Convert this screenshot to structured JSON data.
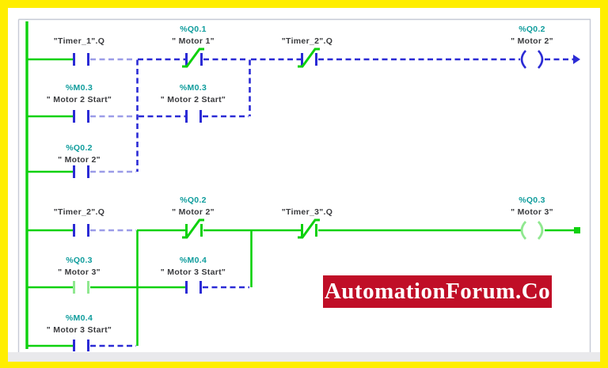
{
  "app": {
    "type": "plc-ladder-logic-editor"
  },
  "watermark": {
    "text": "AutomationForum.Co",
    "background": "#C00E27",
    "text_color": "#FFFFFF"
  },
  "colors": {
    "power_flow_green": "#0ED10E",
    "pale_green": "#90E890",
    "no_flow_blue": "#2B2BD5",
    "pale_blue": "#9B9CE8",
    "operand_teal": "#0E9C9C",
    "comment_gray": "#3A3B3E",
    "frame_yellow": "#FFEE00",
    "banner_red": "#C00E27"
  },
  "network1": {
    "timer1": {
      "label": "\"Timer_1\".Q"
    },
    "motor1_nc": {
      "address": "%Q0.1",
      "comment": "\" Motor 1\""
    },
    "timer2_nc": {
      "label": "\"Timer_2\".Q"
    },
    "motor2_coil": {
      "address": "%Q0.2",
      "comment": "\" Motor 2\""
    },
    "motor2_start_a": {
      "address": "%M0.3",
      "comment": "\" Motor 2 Start\""
    },
    "motor2_start_b": {
      "address": "%M0.3",
      "comment": "\" Motor 2 Start\""
    },
    "motor2_seal": {
      "address": "%Q0.2",
      "comment": "\" Motor 2\""
    }
  },
  "network2": {
    "timer2": {
      "label": "\"Timer_2\".Q"
    },
    "motor2_nc": {
      "address": "%Q0.2",
      "comment": "\" Motor 2\""
    },
    "timer3_nc": {
      "label": "\"Timer_3\".Q"
    },
    "motor3_coil": {
      "address": "%Q0.3",
      "comment": "\" Motor 3\""
    },
    "motor3_seal": {
      "address": "%Q0.3",
      "comment": "\" Motor 3\""
    },
    "motor3_start_a": {
      "address": "%M0.4",
      "comment": "\" Motor 3 Start\""
    },
    "motor3_start_b": {
      "address": "%M0.4",
      "comment": "\" Motor 3 Start\""
    }
  }
}
